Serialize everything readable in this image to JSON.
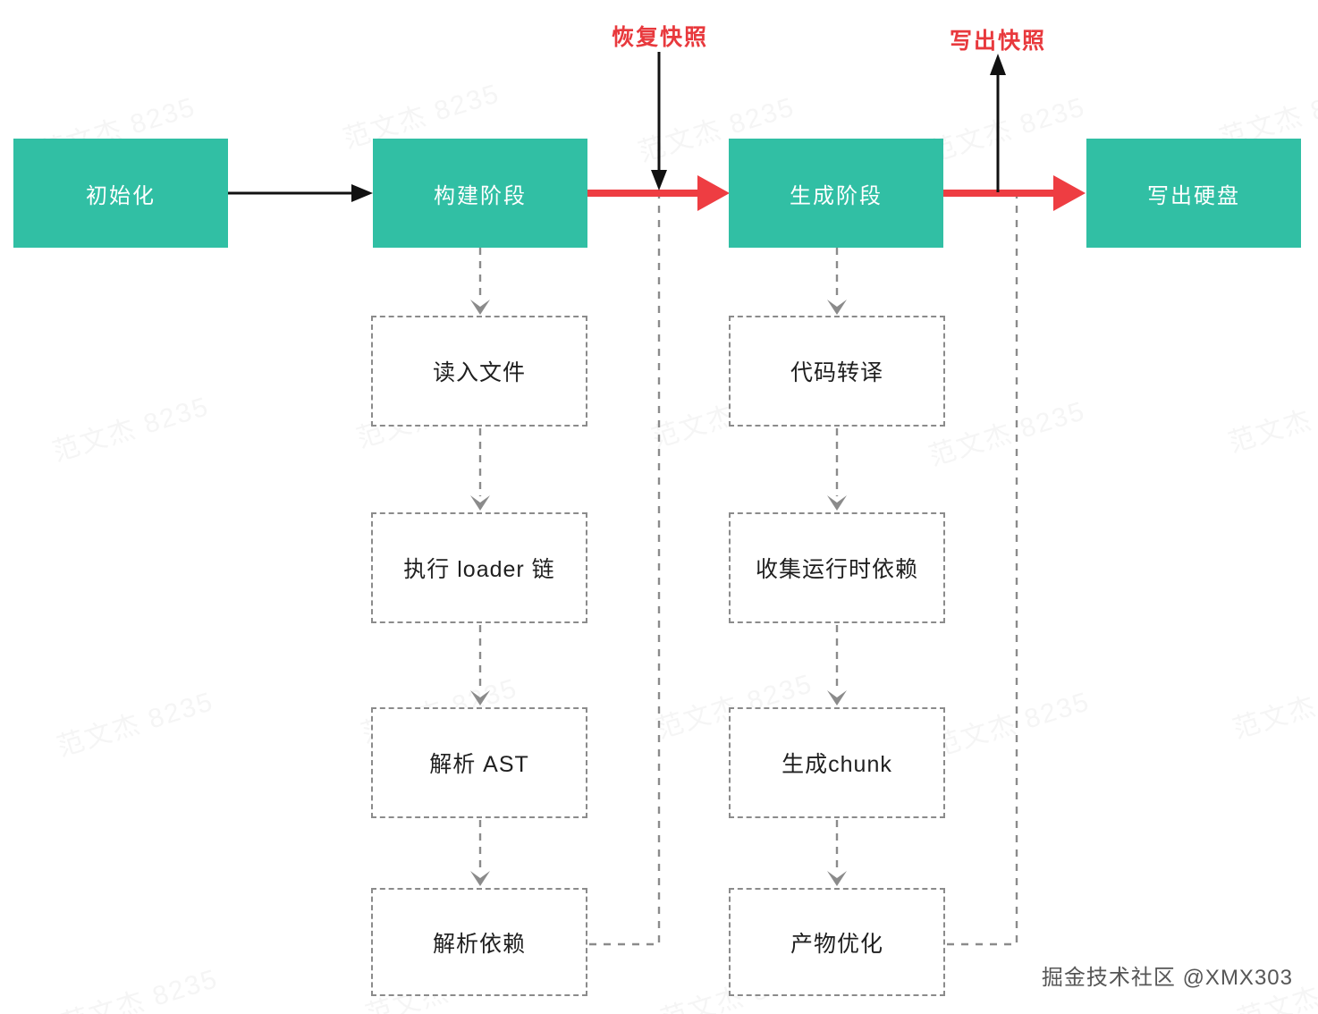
{
  "diagram": {
    "title_hint": "bundler build pipeline flowchart",
    "phases": [
      {
        "id": "init",
        "label": "初始化"
      },
      {
        "id": "build",
        "label": "构建阶段"
      },
      {
        "id": "generate",
        "label": "生成阶段"
      },
      {
        "id": "write-disk",
        "label": "写出硬盘"
      }
    ],
    "build_steps": [
      {
        "label": "读入文件"
      },
      {
        "label": "执行 loader 链"
      },
      {
        "label": "解析 AST"
      },
      {
        "label": "解析依赖"
      }
    ],
    "generate_steps": [
      {
        "label": "代码转译"
      },
      {
        "label": "收集运行时依赖"
      },
      {
        "label": "生成chunk"
      },
      {
        "label": "产物优化"
      }
    ],
    "annotations": {
      "restore_snapshot": "恢复快照",
      "write_snapshot": "写出快照"
    },
    "colors": {
      "phase_fill": "#31bfa4",
      "arrow_red": "#ee3d42",
      "annotation_red": "#e8393d",
      "dashed_gray": "#8b8b8b",
      "arrow_black": "#111111"
    }
  },
  "watermark": {
    "text": "范文杰 8235"
  },
  "credit": {
    "text": "掘金技术社区 @XMX303"
  }
}
